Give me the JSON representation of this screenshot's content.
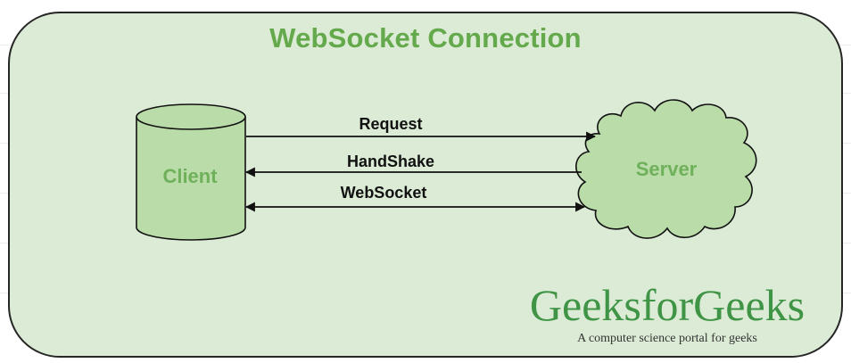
{
  "diagram": {
    "title": "WebSocket Connection",
    "nodes": {
      "client": {
        "label": "Client",
        "shape": "cylinder"
      },
      "server": {
        "label": "Server",
        "shape": "cloud"
      }
    },
    "edges": [
      {
        "label": "Request",
        "from": "Client",
        "to": "Server",
        "direction": "one-way"
      },
      {
        "label": "HandShake",
        "from": "Server",
        "to": "Client",
        "direction": "one-way"
      },
      {
        "label": "WebSocket",
        "from": "Client",
        "to": "Server",
        "direction": "two-way"
      }
    ],
    "colors": {
      "panel_fill": "#dcebd6",
      "panel_border": "#262626",
      "title": "#64a94b",
      "node_fill": "#b9dca9",
      "node_text": "#6fb05a",
      "arrow": "#111111"
    }
  },
  "watermark": {
    "brand": "GeeksforGeeks",
    "tagline": "A computer science portal for geeks",
    "color": "#3f9445"
  }
}
